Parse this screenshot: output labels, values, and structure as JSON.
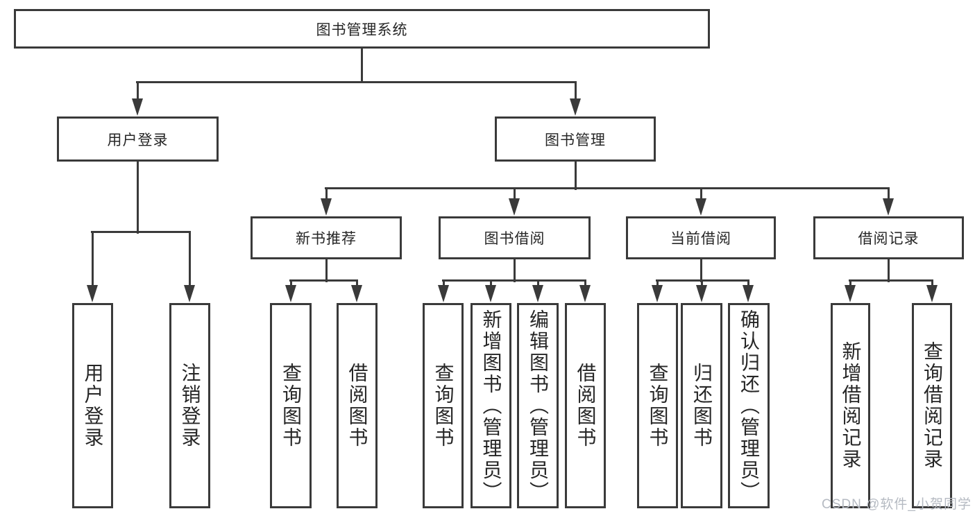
{
  "diagram_title": "图书管理系统",
  "nodes": {
    "root": "图书管理系统",
    "user_login": "用户登录",
    "book_management": "图书管理",
    "new_book_recommend": "新书推荐",
    "book_borrow": "图书借阅",
    "current_borrow": "当前借阅",
    "borrow_records": "借阅记录",
    "ul_user_login": "用户登录",
    "ul_logout": "注销登录",
    "nb_query_books": "查询图书",
    "nb_borrow_books": "借阅图书",
    "bb_query_books": "查询图书",
    "bb_add_books": "新增图书（管理员）",
    "bb_edit_books": "编辑图书（管理员）",
    "bb_borrow_books": "借阅图书",
    "cb_query_books": "查询图书",
    "cb_return_books": "归还图书",
    "cb_confirm_return": "确认归还（管理员）",
    "br_add_record": "新增借阅记录",
    "br_query_record": "查询借阅记录"
  },
  "watermark": "CSDN @软件_小贺同学",
  "colors": {
    "line": "#3a3a3a",
    "text": "#262626",
    "watermark": "#b5bac2",
    "background": "#ffffff"
  }
}
